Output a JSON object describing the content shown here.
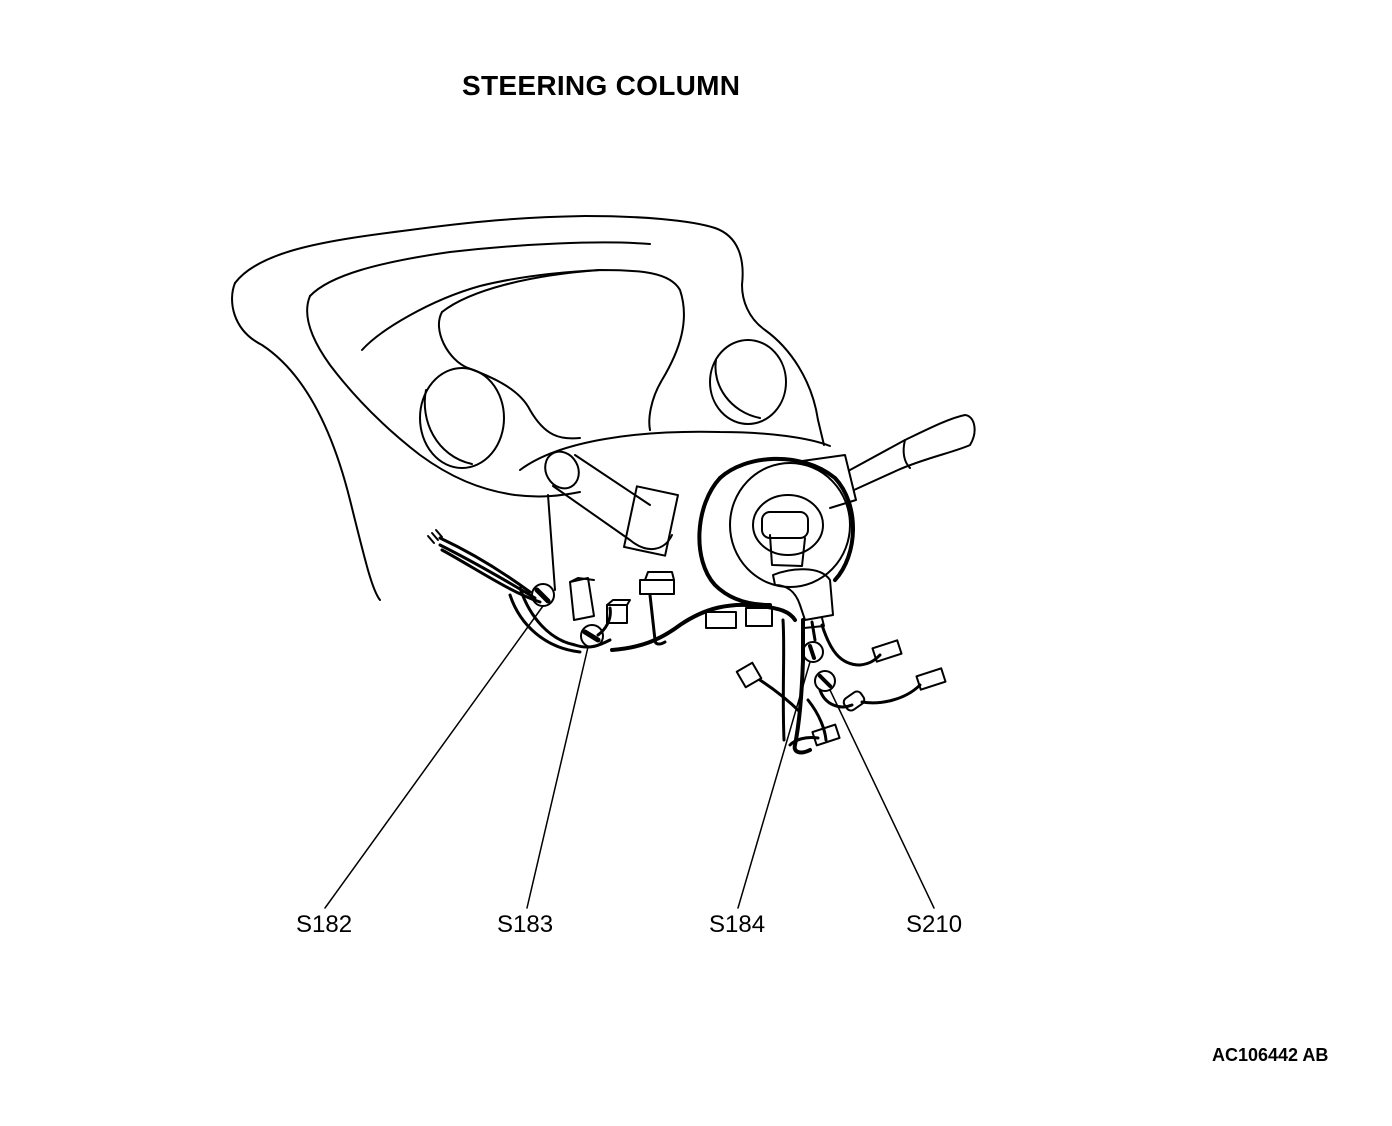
{
  "title": "STEERING COLUMN",
  "callouts": [
    {
      "label": "S182"
    },
    {
      "label": "S183"
    },
    {
      "label": "S184"
    },
    {
      "label": "S210"
    }
  ],
  "figure_id": "AC106442 AB",
  "colors": {
    "ink": "#000000",
    "background": "#ffffff"
  }
}
